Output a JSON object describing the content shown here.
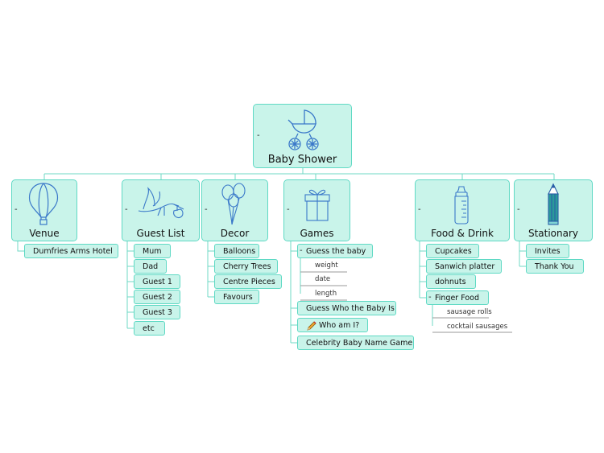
{
  "central": {
    "label": "Baby Shower",
    "collapse": "-"
  },
  "topics": [
    {
      "id": "venue",
      "label": "Venue",
      "collapse": "-",
      "items": [
        "Dumfries Arms Hotel"
      ]
    },
    {
      "id": "guests",
      "label": "Guest List",
      "collapse": "-",
      "items": [
        "Mum",
        "Dad",
        "Guest 1",
        "Guest 2",
        "Guest 3",
        "etc"
      ]
    },
    {
      "id": "decor",
      "label": "Decor",
      "collapse": "-",
      "items": [
        "Balloons",
        "Cherry Trees",
        "Centre Pieces",
        "Favours"
      ]
    },
    {
      "id": "games",
      "label": "Games",
      "collapse": "-",
      "items": [
        {
          "label": "Guess the baby",
          "collapse": "-",
          "children": [
            "weight",
            "date",
            "length"
          ]
        },
        {
          "label": "Guess Who the Baby Is"
        },
        {
          "label": "Who am I?",
          "icon": "pencil-icon"
        },
        {
          "label": "Celebrity Baby Name Game"
        }
      ]
    },
    {
      "id": "food",
      "label": "Food & Drink",
      "collapse": "-",
      "items": [
        {
          "label": "Cupcakes"
        },
        {
          "label": "Sanwich platter"
        },
        {
          "label": "dohnuts"
        },
        {
          "label": "Finger Food",
          "collapse": "-",
          "children": [
            "sausage rolls",
            "cocktail sausages"
          ]
        }
      ]
    },
    {
      "id": "stationary",
      "label": "Stationary",
      "collapse": "-",
      "items": [
        "Invites",
        "Thank You"
      ]
    }
  ],
  "colors": {
    "fill": "#c9f4ea",
    "border": "#5fd9c4",
    "line": "#6fd8c6",
    "icon": "#3a78c9"
  }
}
